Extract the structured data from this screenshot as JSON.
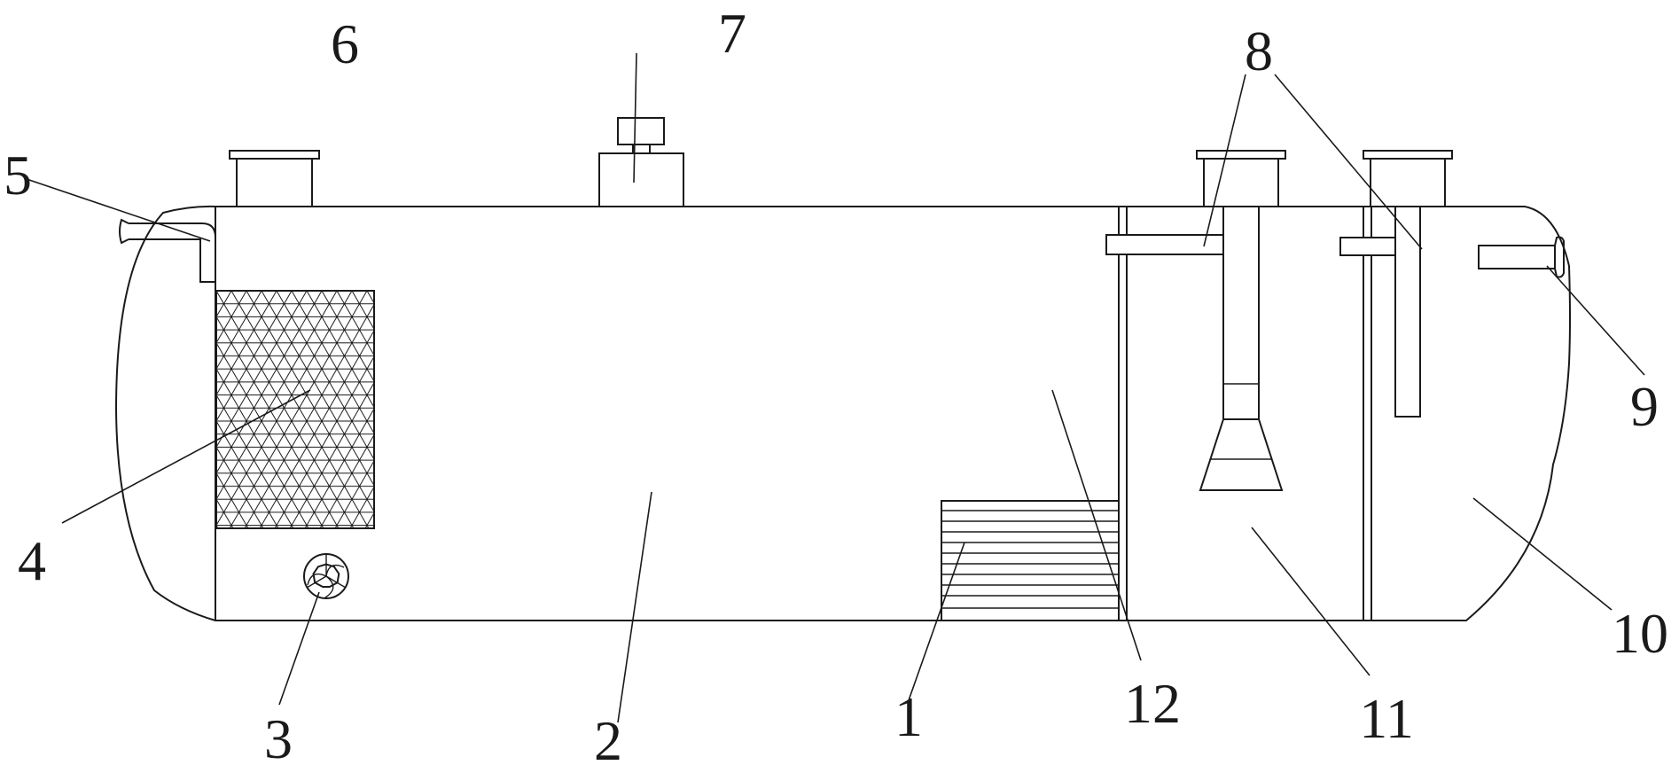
{
  "labels": {
    "filler": "1",
    "main_chamber": "2",
    "valve": "3",
    "mesh_media": "4",
    "inlet_pipe": "5",
    "manhole_left": "6",
    "vent_cap": "7",
    "overflow_pipes": "8",
    "outlet_pipe": "9",
    "chamber_right": "10",
    "chamber_middle": "11",
    "partition": "12"
  }
}
